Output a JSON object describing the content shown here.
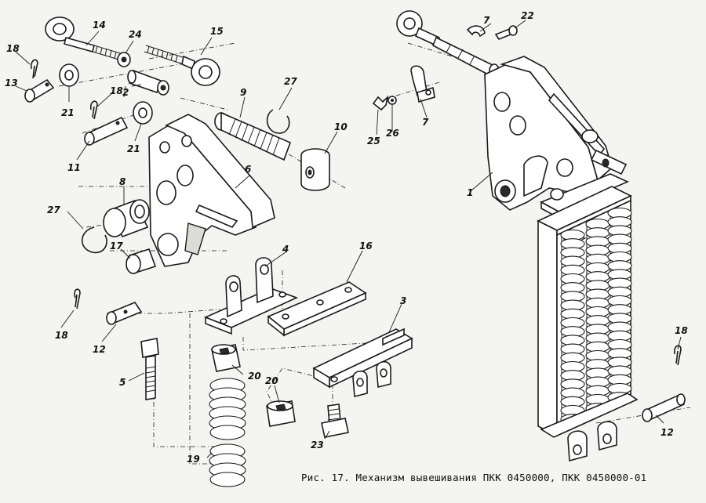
{
  "figure": {
    "caption": "Рис. 17. Механизм вывешивания ПКК 0450000, ПКК 0450000-01",
    "labels": [
      {
        "id": "p1",
        "text": "1"
      },
      {
        "id": "p2",
        "text": "2"
      },
      {
        "id": "p3",
        "text": "3"
      },
      {
        "id": "p4",
        "text": "4"
      },
      {
        "id": "p5",
        "text": "5"
      },
      {
        "id": "p6",
        "text": "6"
      },
      {
        "id": "p7a",
        "text": "7"
      },
      {
        "id": "p7b",
        "text": "7"
      },
      {
        "id": "p8",
        "text": "8"
      },
      {
        "id": "p9",
        "text": "9"
      },
      {
        "id": "p10",
        "text": "10"
      },
      {
        "id": "p11",
        "text": "11"
      },
      {
        "id": "p12a",
        "text": "12"
      },
      {
        "id": "p12b",
        "text": "12"
      },
      {
        "id": "p13",
        "text": "13"
      },
      {
        "id": "p14",
        "text": "14"
      },
      {
        "id": "p15",
        "text": "15"
      },
      {
        "id": "p16",
        "text": "16"
      },
      {
        "id": "p17",
        "text": "17"
      },
      {
        "id": "p18a",
        "text": "18"
      },
      {
        "id": "p18b",
        "text": "18"
      },
      {
        "id": "p18c",
        "text": "18"
      },
      {
        "id": "p18d",
        "text": "18"
      },
      {
        "id": "p19",
        "text": "19"
      },
      {
        "id": "p20a",
        "text": "20"
      },
      {
        "id": "p20b",
        "text": "20"
      },
      {
        "id": "p21a",
        "text": "21"
      },
      {
        "id": "p21b",
        "text": "21"
      },
      {
        "id": "p22",
        "text": "22"
      },
      {
        "id": "p23",
        "text": "23"
      },
      {
        "id": "p24",
        "text": "24"
      },
      {
        "id": "p25",
        "text": "25"
      },
      {
        "id": "p26",
        "text": "26"
      },
      {
        "id": "p27a",
        "text": "27"
      },
      {
        "id": "p27b",
        "text": "27"
      }
    ]
  }
}
